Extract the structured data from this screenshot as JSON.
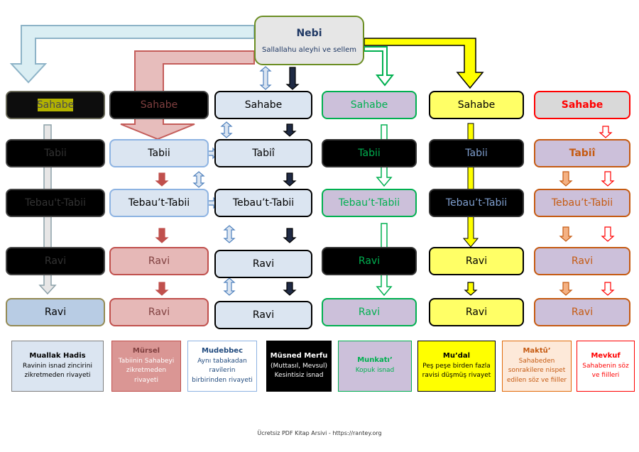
{
  "nebi": {
    "title": "Nebi",
    "subtitle": "Sallallahu aleyhi ve sellem"
  },
  "columns": [
    {
      "nodes": [
        "Sahabe",
        "Tabii",
        "Tebau't-Tabii",
        "Ravi",
        "Ravi"
      ],
      "note": {
        "title": "Muallak Hadis",
        "body": "Ravinin isnad zincirini zikretmeden rivayeti"
      }
    },
    {
      "nodes": [
        "Sahabe",
        "Tabii",
        "Tebau’t-Tabii",
        "Ravi",
        "Ravi"
      ],
      "note": {
        "title": "Mürsel",
        "body": "Tabiinin Sahabeyi zikretmeden rivayeti"
      }
    },
    {
      "nodes": [
        "Sahabe",
        "Tabiî",
        "Tebau’t-Tabii",
        "Ravi",
        "Ravi"
      ],
      "note": {
        "title": "Mudebbec",
        "body": "Aynı tabakadan ravilerin birbirinden rivayeti"
      }
    },
    {
      "nodes": [
        "Sahabe",
        "Tabii",
        "Tebau’t-Tabii",
        "Ravi",
        "Ravi"
      ],
      "note": {
        "title": "Müsned Merfu",
        "body": "(Muttasıl, Mevsul) Kesintisiz isnad"
      }
    },
    {
      "nodes": [
        "Sahabe",
        "Tabii",
        "Tebau’t-Tabii",
        "Ravi",
        "Ravi"
      ],
      "note": {
        "title": "Munkatı’",
        "body": "Kopuk isnad"
      }
    },
    {
      "nodes": [
        "Sahabe",
        "Tabii",
        "Tebau’t-Tabii",
        "Ravi",
        "Ravi"
      ],
      "note": {
        "title": "Mu’dal",
        "body": "Peş peşe birden fazla ravisi düşmüş rivayet"
      }
    },
    {
      "nodes": [
        "Sahabe",
        "Tabiî",
        "Tebau’t-Tabii",
        "Ravi",
        "Ravi"
      ],
      "note": {
        "title": "Maktû’",
        "body": "Sahabeden sonrakilere nispet edilen söz ve fiiller"
      }
    },
    {
      "nodes": [
        "Sahabe",
        "Tabiî",
        "Tebau’t-Tabii",
        "Ravi",
        "Ravi"
      ],
      "note": {
        "title": "Mevkuf",
        "body": "Sahabenin söz ve fiilleri"
      }
    }
  ],
  "footer": "Ücretsiz PDF Kitap Arsivi - https://rantey.org",
  "colors": {
    "accent_blue": "#dbe5f1",
    "accent_red": "#e6b8b7",
    "accent_green": "#ccc0da",
    "accent_yellow": "#ffff66",
    "accent_orange": "#c55a11",
    "accent_crimson": "#ff0000"
  }
}
